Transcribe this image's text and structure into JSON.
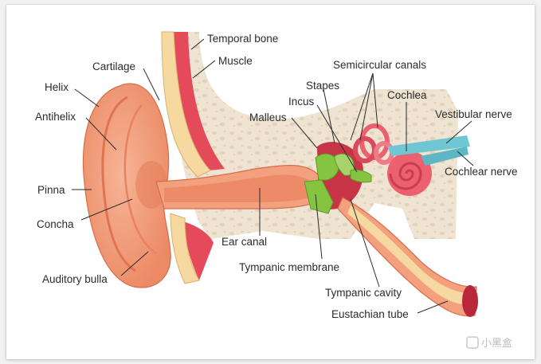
{
  "labels": {
    "temporal_bone": "Temporal bone",
    "muscle": "Muscle",
    "cartilage": "Cartilage",
    "helix": "Helix",
    "antihelix": "Antihelix",
    "pinna": "Pinna",
    "concha": "Concha",
    "auditory_bulla": "Auditory bulla",
    "semicircular_canals": "Semicircular canals",
    "stapes": "Stapes",
    "incus": "Incus",
    "malleus": "Malleus",
    "cochlea": "Cochlea",
    "vestibular_nerve": "Vestibular nerve",
    "cochlear_nerve": "Cochlear nerve",
    "ear_canal": "Ear canal",
    "tympanic_membrane": "Tympanic membrane",
    "tympanic_cavity": "Tympanic cavity",
    "eustachian_tube": "Eustachian tube"
  },
  "watermark": "小黑盒",
  "colors": {
    "bone": "#efe4d2",
    "bone_pores": "#e2d2bb",
    "skin": "#f3a07e",
    "skin_dark": "#e57b57",
    "cartilage": "#f6d9a0",
    "muscle": "#e54a5a",
    "cochlea": "#ec6070",
    "nerve": "#6fc7d3",
    "ossicle_green": "#84c441",
    "cavity": "#b8283a"
  }
}
